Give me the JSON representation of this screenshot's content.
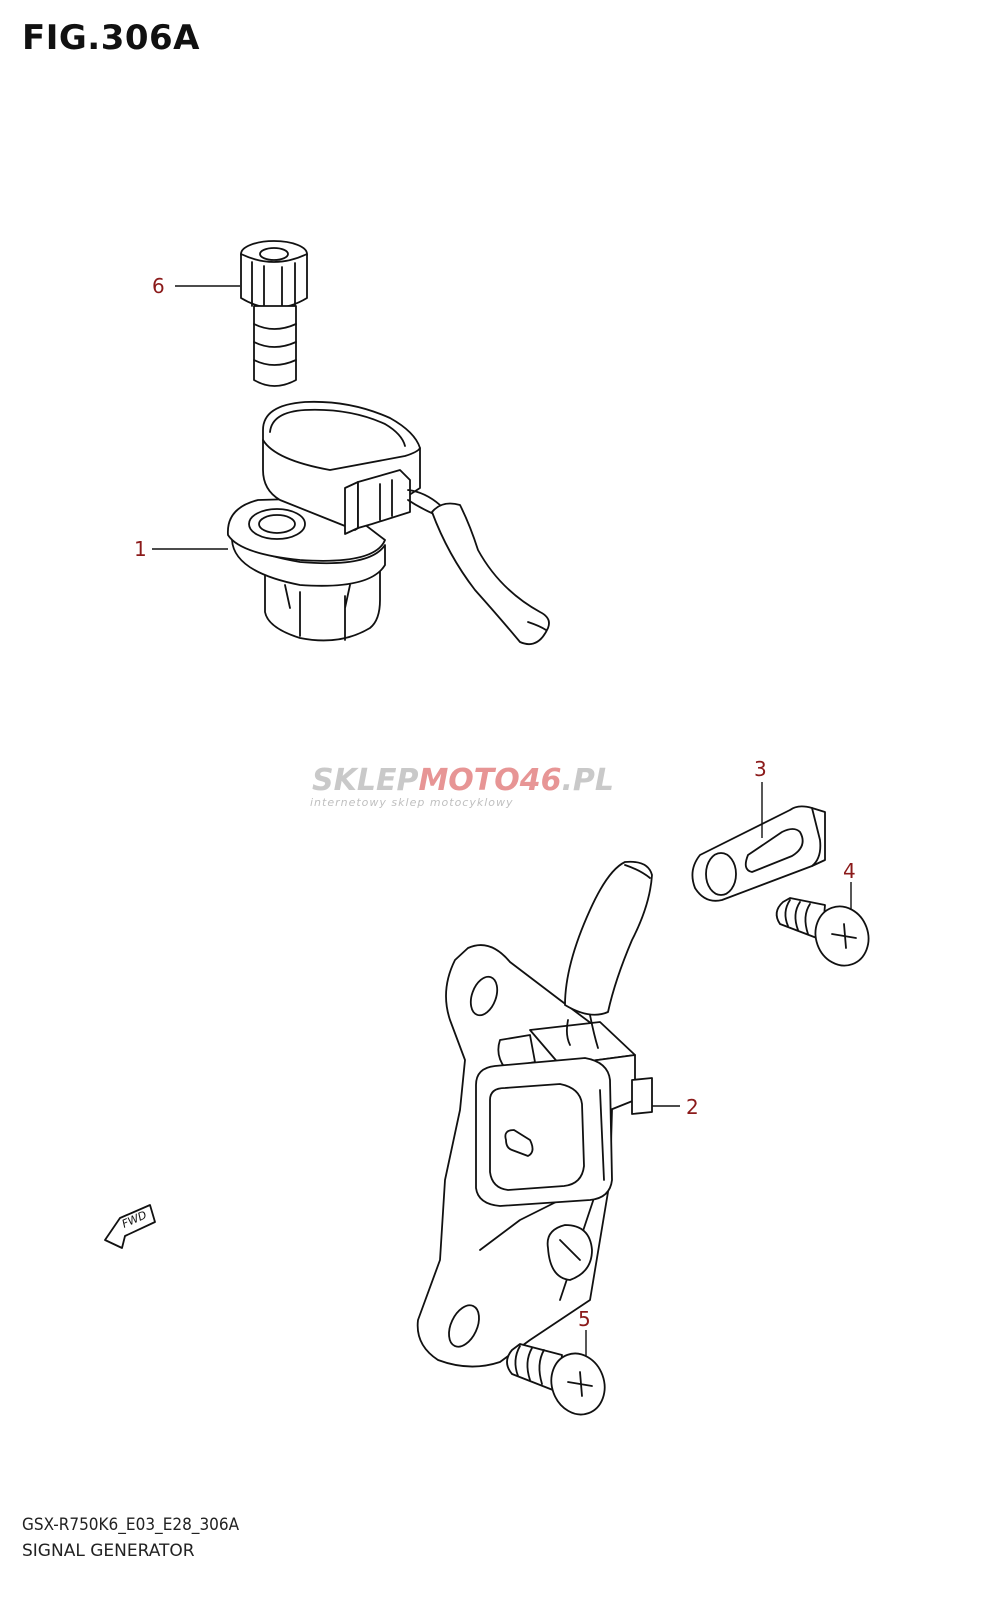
{
  "figure": {
    "title": "FIG.306A",
    "model_code": "GSX-R750K6_E03_E28_306A",
    "name": "SIGNAL GENERATOR"
  },
  "callouts": [
    "1",
    "2",
    "3",
    "4",
    "5",
    "6"
  ],
  "watermark": {
    "part1": "SKLEP",
    "part2": "MOTO",
    "part3": "46",
    "part4": ".PL",
    "tagline": "internetowy sklep motocyklowy",
    "color_gray": "#c4c4c4",
    "color_red": "#e58a8a"
  },
  "fwd_label": "FWD",
  "colors": {
    "callout": "#8b1a1a",
    "line": "#111111"
  }
}
